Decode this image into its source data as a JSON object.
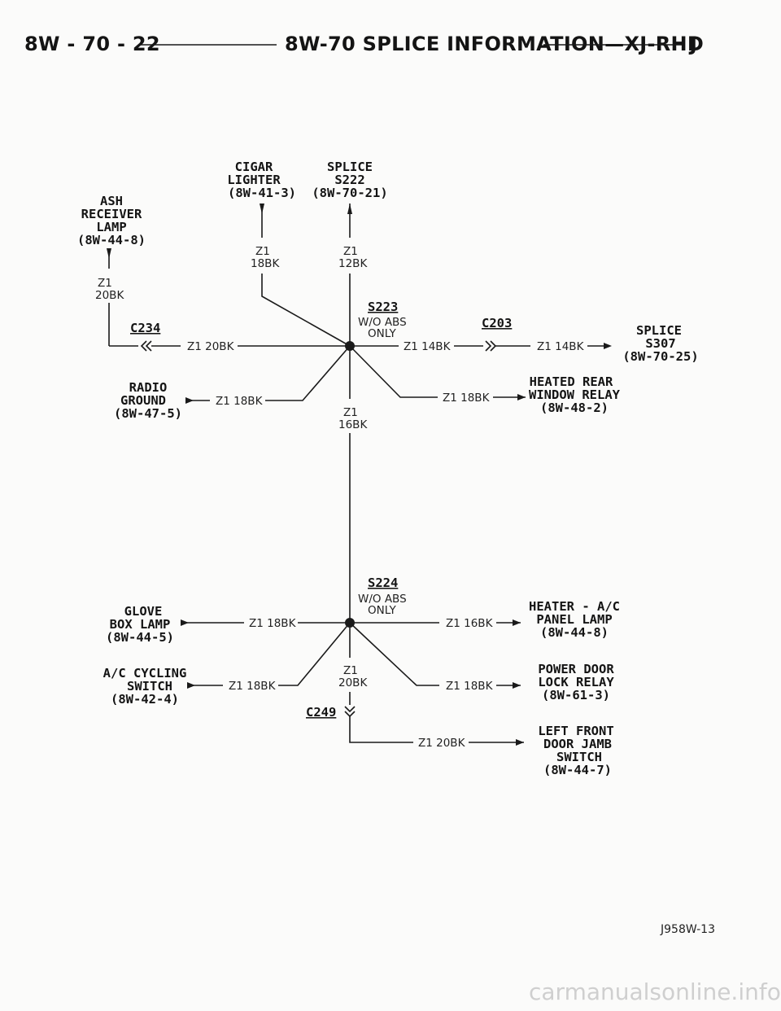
{
  "header": {
    "page": "8W - 70 - 22",
    "title": "8W-70 SPLICE INFORMATION—XJ-RHD",
    "mark": "J"
  },
  "components": {
    "ash_receiver": [
      "ASH",
      "RECEIVER",
      "LAMP",
      "(8W-44-8)"
    ],
    "cigar_lighter": [
      "CIGAR",
      "LIGHTER",
      "(8W-41-3)"
    ],
    "splice_s222": [
      "SPLICE",
      "S222",
      "(8W-70-21)"
    ],
    "splice_s307": [
      "SPLICE",
      "S307",
      "(8W-70-25)"
    ],
    "radio_ground": [
      "RADIO",
      "GROUND",
      "(8W-47-5)"
    ],
    "heated_rear": [
      "HEATED REAR",
      "WINDOW RELAY",
      "(8W-48-2)"
    ],
    "glove_box": [
      "GLOVE",
      "BOX LAMP",
      "(8W-44-5)"
    ],
    "ac_cycling": [
      "A/C CYCLING",
      "SWITCH",
      "(8W-42-4)"
    ],
    "heater_ac": [
      "HEATER - A/C",
      "PANEL LAMP",
      "(8W-44-8)"
    ],
    "power_door": [
      "POWER DOOR",
      "LOCK RELAY",
      "(8W-61-3)"
    ],
    "left_front": [
      "LEFT FRONT",
      "DOOR JAMB",
      "SWITCH",
      "(8W-44-7)"
    ]
  },
  "splices": {
    "s223": {
      "name": "S223",
      "note": [
        "W/O ABS",
        "ONLY"
      ]
    },
    "s224": {
      "name": "S224",
      "note": [
        "W/O ABS",
        "ONLY"
      ]
    }
  },
  "connectors": {
    "c234": "C234",
    "c203": "C203",
    "c249": "C249"
  },
  "wires": {
    "ash_circuit": "Z1",
    "ash_gauge": "20BK",
    "cigar_circuit": "Z1",
    "cigar_gauge": "18BK",
    "s222_circuit": "Z1",
    "s222_gauge": "12BK",
    "c234": "Z1 20BK",
    "s307_a": "Z1 14BK",
    "s307_b": "Z1 14BK",
    "radio": "Z1 18BK",
    "heated": "Z1 18BK",
    "trunk_circuit": "Z1",
    "trunk_gauge": "16BK",
    "glove": "Z1 18BK",
    "heater": "Z1 16BK",
    "ac": "Z1 18BK",
    "s224_down_circuit": "Z1",
    "s224_down_gauge": "20BK",
    "power": "Z1 18BK",
    "left": "Z1 20BK"
  },
  "footer": {
    "figure_id": "J958W-13",
    "watermark": "carmanualsonline.info"
  }
}
